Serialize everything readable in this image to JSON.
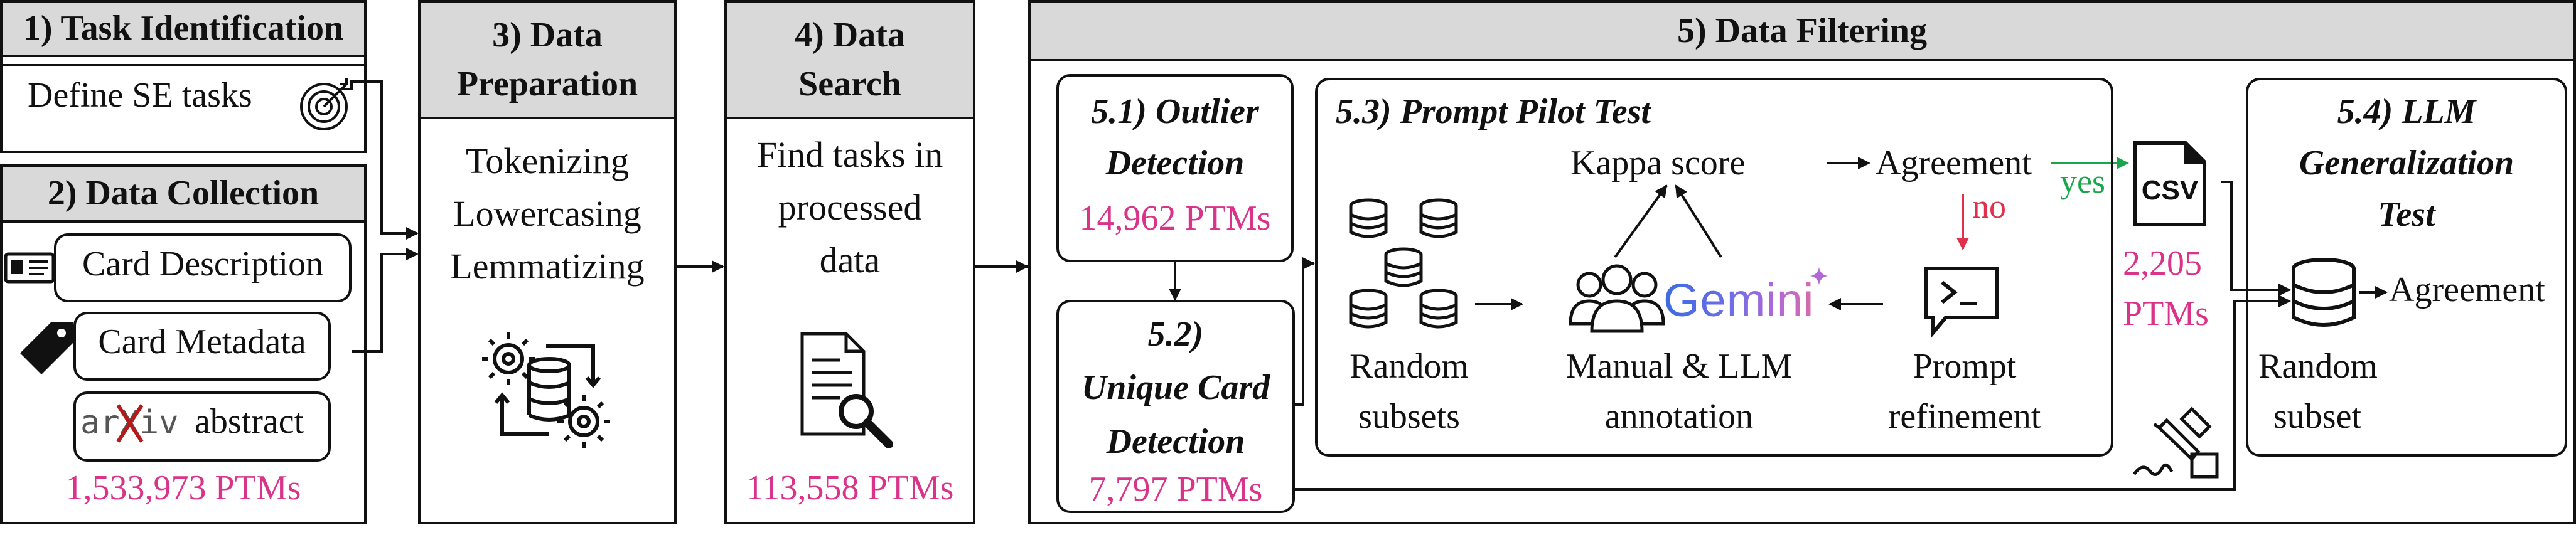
{
  "stages": {
    "s1": {
      "title": "1) Task Identification",
      "item": "Define SE tasks"
    },
    "s2": {
      "title": "2) Data Collection",
      "items": [
        "Card Description",
        "Card Metadata",
        "abstract"
      ],
      "arxiv_logo": "arXiv",
      "count": "1,533,973 PTMs"
    },
    "s3": {
      "title_l1": "3) Data",
      "title_l2": "Preparation",
      "steps": [
        "Tokenizing",
        "Lowercasing",
        "Lemmatizing"
      ]
    },
    "s4": {
      "title_l1": "4) Data",
      "title_l2": "Search",
      "body": [
        "Find tasks in",
        "processed",
        "data"
      ],
      "count": "113,558 PTMs"
    },
    "s5": {
      "title": "5) Data Filtering"
    }
  },
  "filtering": {
    "outlier": {
      "l1": "5.1) Outlier",
      "l2": "Detection",
      "count": "14,962 PTMs"
    },
    "unique": {
      "l1": "5.2)",
      "l2": "Unique Card",
      "l3": "Detection",
      "count": "7,797 PTMs"
    },
    "pilot": {
      "title": "5.3) Prompt Pilot Test",
      "kappa": "Kappa score",
      "agreement": "Agreement",
      "no": "no",
      "yes": "yes",
      "random_l1": "Random",
      "random_l2": "subsets",
      "manual_l1": "Manual & LLM",
      "manual_l2": "annotation",
      "gemini": "Gemini",
      "prompt_l1": "Prompt",
      "prompt_l2": "refinement"
    },
    "csv": {
      "label": "CSV",
      "count_l1": "2,205",
      "count_l2": "PTMs"
    },
    "llm": {
      "l1": "5.4) LLM",
      "l2": "Generalization",
      "l3": "Test",
      "agreement": "Agreement",
      "random_l1": "Random",
      "random_l2": "subset"
    }
  },
  "icons": [
    "target-icon",
    "card-icon",
    "tag-icon",
    "gears-database-icon",
    "document-search-icon",
    "database-stack-icon",
    "people-icon",
    "terminal-icon",
    "csv-file-icon",
    "database-icon",
    "signature-icon"
  ],
  "colors": {
    "accent_pink": "#d9348a",
    "yes_green": "#1aa64a",
    "no_red": "#e0314b",
    "header_gray": "#d9d9d9"
  }
}
